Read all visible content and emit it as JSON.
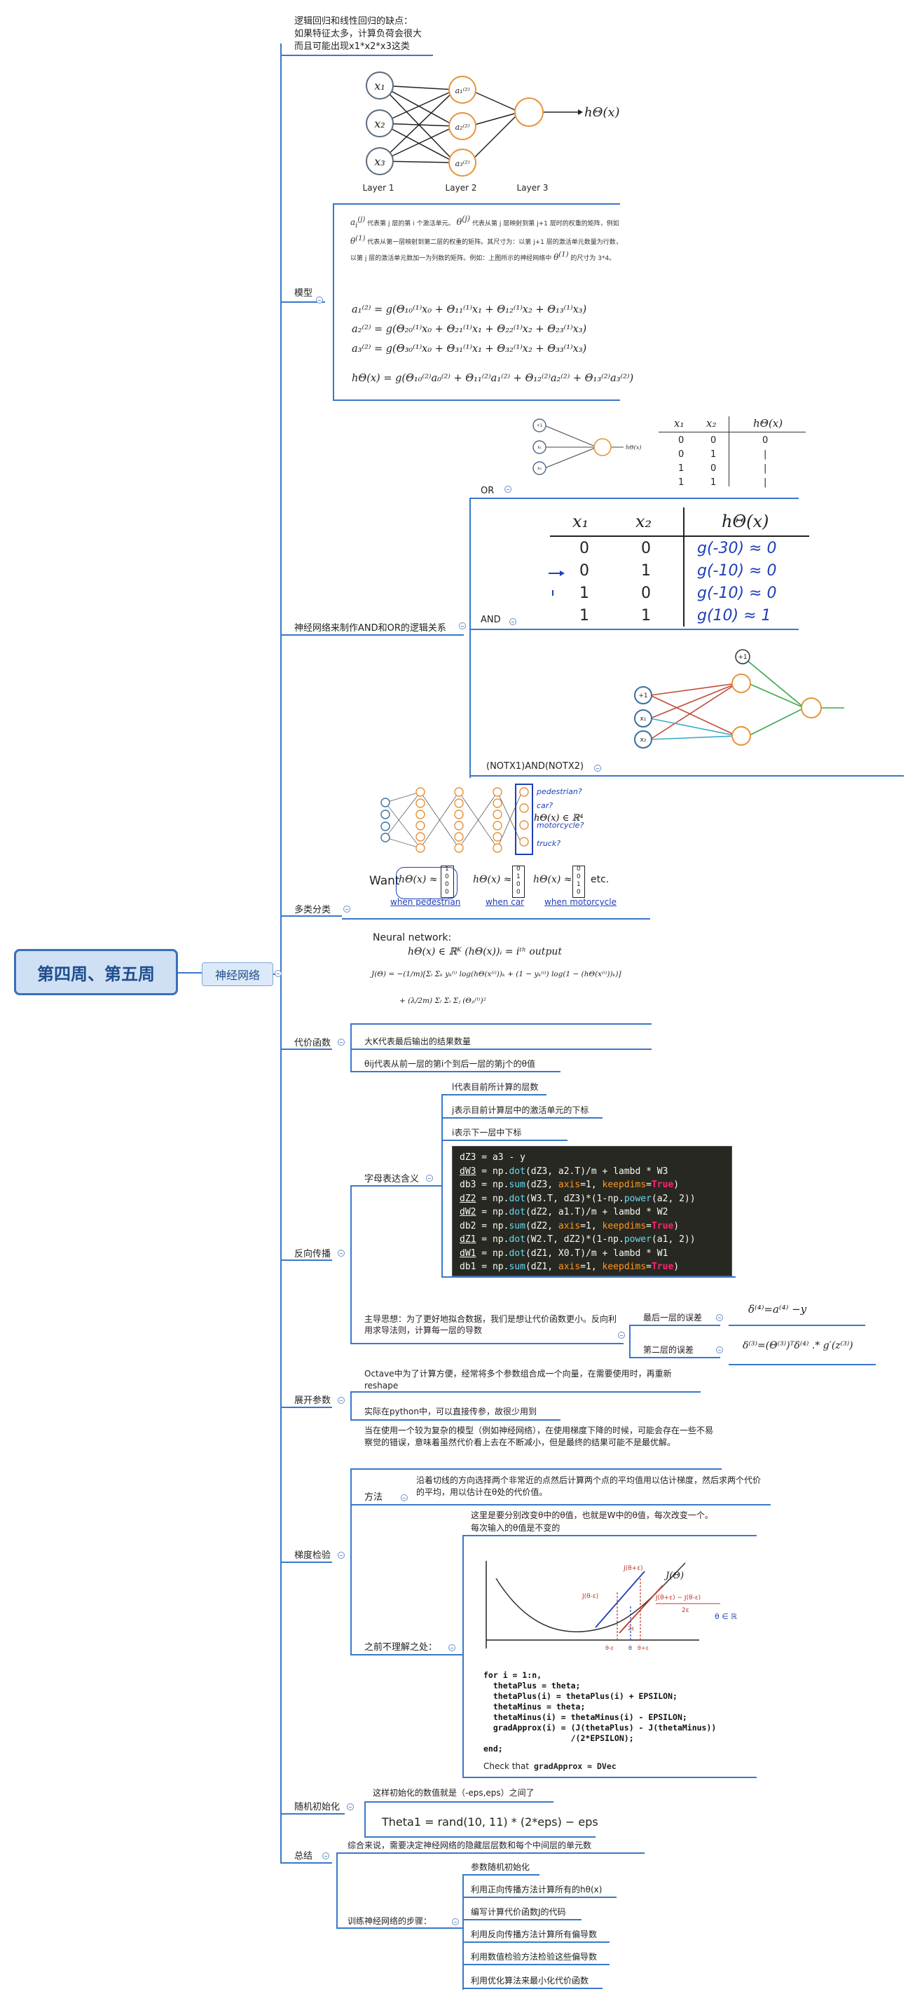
{
  "root": {
    "label": "第四周、第五周"
  },
  "level1": {
    "label": "神经网络"
  },
  "nodes": {
    "model": "模型",
    "and_or": "神经网络来制作AND和OR的逻辑关系",
    "or": "OR",
    "and": "AND",
    "notx": "(NOTX1)AND(NOTX2)",
    "multiclass": "多类分类",
    "cost": "代价函数",
    "backprop": "反向传播",
    "unroll": "展开参数",
    "gradcheck": "梯度检验",
    "randinit": "随机初始化",
    "summary": "总结"
  },
  "intro": {
    "line1": "逻辑回归和线性回归的缺点：",
    "line2": "如果特征太多，计算负荷会很大",
    "line3": "而且可能出现x1*x2*x3这类"
  },
  "layers": {
    "x1": "x₁",
    "x2": "x₂",
    "x3": "x₃",
    "a1": "a₁⁽²⁾",
    "a2": "a₂⁽²⁾",
    "a3": "a₃⁽²⁾",
    "h": "hΘ(x)",
    "l1": "Layer 1",
    "l2": "Layer 2",
    "l3": "Layer 3"
  },
  "model_desc": {
    "p1": "代表第 j 层的第 i 个激活单元。",
    "p2": "代表从第 j 层映射到第 j+1 层时的权重的矩阵，例如",
    "p3": "代表从第一层映射到第二层的权重的矩阵。其尺寸为：以第 j+1 层的激活单元数量为行数，以第 j 层的激活单元数加一为列数的矩阵。例如：上图所示的神经网络中",
    "p4": "的尺寸为 3*4。"
  },
  "equations": {
    "a1": "a₁⁽²⁾ = g(Θ₁₀⁽¹⁾x₀ + Θ₁₁⁽¹⁾x₁ + Θ₁₂⁽¹⁾x₂ + Θ₁₃⁽¹⁾x₃)",
    "a2": "a₂⁽²⁾ = g(Θ₂₀⁽¹⁾x₀ + Θ₂₁⁽¹⁾x₁ + Θ₂₂⁽¹⁾x₂ + Θ₂₃⁽¹⁾x₃)",
    "a3": "a₃⁽²⁾ = g(Θ₃₀⁽¹⁾x₀ + Θ₃₁⁽¹⁾x₁ + Θ₃₂⁽¹⁾x₂ + Θ₃₃⁽¹⁾x₃)",
    "h": "hΘ(x) = g(Θ₁₀⁽²⁾a₀⁽²⁾ + Θ₁₁⁽²⁾a₁⁽²⁾ + Θ₁₂⁽²⁾a₂⁽²⁾ + Θ₁₃⁽²⁾a₃⁽²⁾)"
  },
  "or_table": {
    "h1": "x₁",
    "h2": "x₂",
    "h3": "hΘ(x)",
    "rows": [
      [
        "0",
        "0",
        "0"
      ],
      [
        "0",
        "1",
        "|"
      ],
      [
        "1",
        "0",
        "|"
      ],
      [
        "1",
        "1",
        "|"
      ]
    ]
  },
  "and_table": {
    "h1": "x₁",
    "h2": "x₂",
    "h3": "hΘ(x)",
    "rows": [
      [
        "0",
        "0",
        "g(-30) ≈ 0"
      ],
      [
        "0",
        "1",
        "g(-10) ≈ 0"
      ],
      [
        "1",
        "0",
        "g(-10) ≈ 0"
      ],
      [
        "1",
        "1",
        "g(10) ≈ 1"
      ]
    ]
  },
  "multiclass_img": {
    "labels": [
      "pedestrian?",
      "car?",
      "motorcycle?",
      "truck?"
    ],
    "hx": "hΘ(x) ∈ ℝ⁴",
    "want": "Want",
    "etc": "etc.",
    "under": [
      "when pedestrian",
      "when car",
      "when motorcycle"
    ]
  },
  "cost": {
    "title": "Neural network:",
    "eq1": "hΘ(x) ∈ ℝᴷ   (hΘ(x))ᵢ = iᵗʰ output",
    "eq2": "J(Θ) = −(1/m)[Σᵢ Σₖ yₖ⁽ⁱ⁾ log(hΘ(x⁽ⁱ⁾))ₖ + (1 − yₖ⁽ⁱ⁾) log(1 − (hΘ(x⁽ⁱ⁾))ₖ)]",
    "eq3": "+ (λ/2m) Σₗ Σᵢ Σⱼ (Θⱼᵢ⁽ˡ⁾)²",
    "k_note": "大K代表最后输出的结果数量",
    "theta_note": "θij代表从前一层的第i个到后一层的第j个的θ值"
  },
  "backprop": {
    "symbols": "字母表达含义",
    "l_note": "l代表目前所计算的层数",
    "j_note": "j表示目前计算层中的激活单元的下标",
    "i_note": "i表示下一层中下标",
    "main_idea": "主导思想：为了更好地拟合数据，我们是想让代价函数更小。反向利用求导法则，计算每一层的导数",
    "last_err": "最后一层的误差",
    "second_err": "第二层的误差",
    "delta4": "δ⁽⁴⁾=a⁽⁴⁾ −y",
    "delta2": "δ⁽³⁾=(Θ⁽³⁾)ᵀδ⁽⁴⁾ .* g′(z⁽³⁾)"
  },
  "unroll": {
    "p1": "Octave中为了计算方便，经常将多个参数组合成一个向量，在需要使用时，再重新reshape",
    "p2": "实际在python中，可以直接传参，故很少用到"
  },
  "gradcheck": {
    "intro": "当在使用一个较为复杂的模型（例如神经网络），在使用梯度下降的时候，可能会存在一些不易察觉的错误，意味着虽然代价看上去在不断减小，但是最终的结果可能不是最优解。",
    "method": "方法",
    "method_text": "沿着切线的方向选择两个非常近的点然后计算两个点的平均值用以估计梯度，然后求两个代价的平均，用以估计在θ处的代价值。",
    "confused": "之前不理解之处：",
    "conf_text1": "这里是要分别改变θ中的θ值，也就是W中的θ值，每次改变一个。",
    "conf_text2": "每次输入的θ值是不变的",
    "check": "Check that",
    "check_code": "gradApprox ≈ DVec",
    "graph_J": "J(Θ)",
    "graph_Jp": "J(θ+ε)",
    "graph_Jm": "J(θ-ε)",
    "graph_frac": "J(θ+ε) − J(θ-ε)",
    "graph_2e": "2ε",
    "graph_axis": [
      "θ-ε",
      "θ",
      "θ+ε"
    ],
    "graph_R": "θ ∈ ℝ"
  },
  "randinit": {
    "note": "这样初始化的数值就是（-eps,eps）之间了",
    "formula": "Theta1 = rand(10, 11) * (2*eps) − eps"
  },
  "summary": {
    "intro": "综合来说，需要决定神经网络的隐藏层层数和每个中间层的单元数",
    "steps": "训练神经网络的步骤：",
    "s1": "参数随机初始化",
    "s2": "利用正向传播方法计算所有的hθ(x)",
    "s3": "编写计算代价函数J的代码",
    "s4": "利用反向传播方法计算所有偏导数",
    "s5": "利用数值检验方法检验这些偏导数",
    "s6": "利用优化算法来最小化代价函数"
  }
}
